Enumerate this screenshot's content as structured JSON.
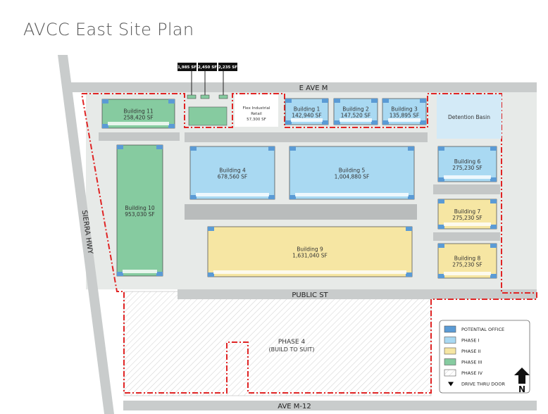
{
  "title": "AVCC East Site Plan",
  "roads": {
    "top": "E AVE M",
    "middle": "PUBLIC ST",
    "bottom": "AVE M-12",
    "west": "SIERRA HWY"
  },
  "callouts": [
    "1,985 SF",
    "2,450 SF",
    "2,235 SF"
  ],
  "buildings": [
    {
      "name": "Building 1",
      "area": "142,940 SF",
      "phase": "Phase I"
    },
    {
      "name": "Building 2",
      "area": "147,520 SF",
      "phase": "Phase I"
    },
    {
      "name": "Building 3",
      "area": "135,895 SF",
      "phase": "Phase I"
    },
    {
      "name": "Building 4",
      "area": "678,560 SF",
      "phase": "Phase I"
    },
    {
      "name": "Building 5",
      "area": "1,004,880 SF",
      "phase": "Phase I"
    },
    {
      "name": "Building 6",
      "area": "275,230 SF",
      "phase": "Phase I"
    },
    {
      "name": "Building 7",
      "area": "275,230 SF",
      "phase": "Phase II"
    },
    {
      "name": "Building 8",
      "area": "275,230 SF",
      "phase": "Phase II"
    },
    {
      "name": "Building 9",
      "area": "1,631,040 SF",
      "phase": "Phase II"
    },
    {
      "name": "Building 10",
      "area": "953,030 SF",
      "phase": "Phase III"
    },
    {
      "name": "Building 11",
      "area": "258,420 SF",
      "phase": "Phase III"
    }
  ],
  "flex": {
    "line1": "Flex Industrial",
    "line2": "Retail",
    "area": "57,300 SF"
  },
  "detention": "Detention Basin",
  "phase4": {
    "line1": "PHASE 4",
    "line2": "(BUILD TO SUIT)"
  },
  "legend": [
    {
      "label": "POTENTIAL OFFICE",
      "color": "#5b9bd5"
    },
    {
      "label": "PHASE I",
      "color": "#a9d9f2"
    },
    {
      "label": "PHASE II",
      "color": "#f6e6a3"
    },
    {
      "label": "PHASE III",
      "color": "#86cba0"
    },
    {
      "label": "PHASE IV",
      "color": "hatch"
    },
    {
      "label": "DRIVE THRU DOOR",
      "color": "#000000"
    }
  ],
  "north": "N",
  "colors": {
    "phase1": "#a9d9f2",
    "phase2": "#f6e6a3",
    "phase3": "#86cba0",
    "office": "#5b9bd5",
    "boundary": "#e02424",
    "road": "#c9cccc"
  }
}
